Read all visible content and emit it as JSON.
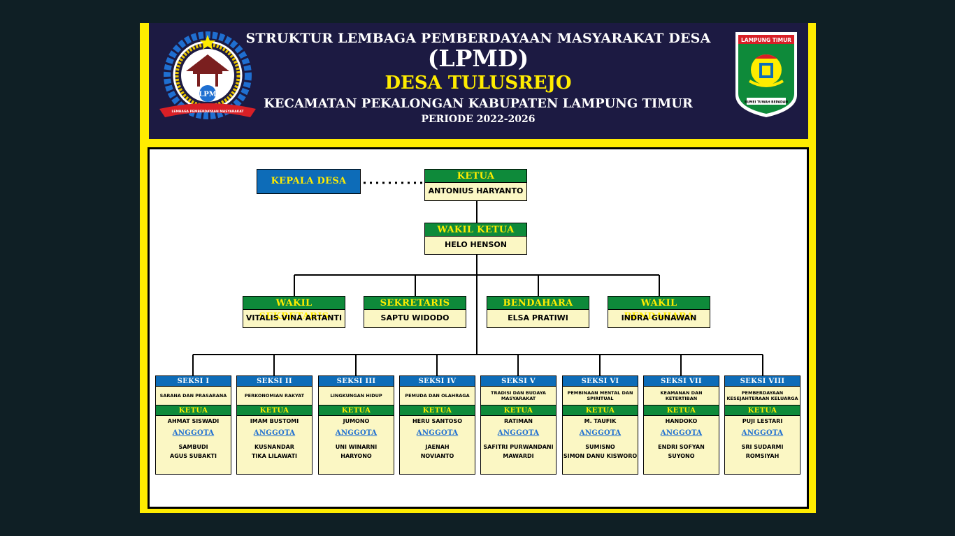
{
  "header": {
    "line1": "STRUKTUR LEMBAGA PEMBERDAYAAN MASYARAKAT DESA",
    "line2": "(LPMD)",
    "line3": "DESA TULUSREJO",
    "line4": "KECAMATAN PEKALONGAN KABUPATEN LAMPUNG TIMUR",
    "line5": "PERIODE 2022-2026"
  },
  "logos": {
    "lpm": {
      "text": "LPM",
      "ribbon": "LEMBAGA PEMBERDAYAAN MASYARAKAT"
    },
    "lampung_timur": {
      "banner": "LAMPUNG TIMUR",
      "motto": "BUMEI TUWAH BEPADAN"
    }
  },
  "colors": {
    "frame": "#ffec00",
    "header_bg": "#1c1a42",
    "green": "#0e8a3a",
    "blue": "#0d6cb8",
    "cream": "#fbf7c4"
  },
  "kepala_desa": "KEPALA DESA",
  "ketua": {
    "title": "KETUA",
    "name": "ANTONIUS HARYANTO"
  },
  "wakil_ketua": {
    "title": "WAKIL KETUA",
    "name": "HELO HENSON"
  },
  "officers": [
    {
      "title": "WAKIL SEKRETARIS",
      "name": "VITALIS VINA ARTANTI"
    },
    {
      "title": "SEKRETARIS",
      "name": "SAPTU WIDODO"
    },
    {
      "title": "BENDAHARA",
      "name": "ELSA PRATIWI"
    },
    {
      "title": "WAKIL BENDAHARA",
      "name": "INDRA GUNAWAN"
    }
  ],
  "ketua_label": "KETUA",
  "anggota_label": "ANGGOTA",
  "seksi": [
    {
      "title": "SEKSI I",
      "desc": "SARANA DAN PRASARANA",
      "ketua": "AHMAT SISWADI",
      "anggota": [
        "SAMBUDI",
        "AGUS SUBAKTI"
      ]
    },
    {
      "title": "SEKSI II",
      "desc": "PERKONOMIAN RAKYAT",
      "ketua": "IMAM BUSTOMI",
      "anggota": [
        "KUSNANDAR",
        "TIKA LILAWATI"
      ]
    },
    {
      "title": "SEKSI III",
      "desc": "LINGKUNGAN HIDUP",
      "ketua": "JUMONO",
      "anggota": [
        "UNI WINARNI",
        "HARYONO"
      ]
    },
    {
      "title": "SEKSI IV",
      "desc": "PEMUDA DAN OLAHRAGA",
      "ketua": "HERU SANTOSO",
      "anggota": [
        "JAENAH",
        "NOVIANTO"
      ]
    },
    {
      "title": "SEKSI V",
      "desc": "TRADISI DAN BUDAYA MASYARAKAT",
      "ketua": "RATIMAN",
      "anggota": [
        "SAFITRI PURWANDANI",
        "MAWARDI"
      ]
    },
    {
      "title": "SEKSI VI",
      "desc": "PEMBINAAN MENTAL DAN SPIRITUAL",
      "ketua": "M. TAUFIK",
      "anggota": [
        "SUMISNO",
        "SIMON DANU KISWORO"
      ]
    },
    {
      "title": "SEKSI VII",
      "desc": "KEAMANAN DAN KETERTIBAN",
      "ketua": "HANDOKO",
      "anggota": [
        "ENDRI SOFYAN",
        "SUYONO"
      ]
    },
    {
      "title": "SEKSI VIII",
      "desc": "PEMBERDAYAAN KESEJAHTERAAN KELUARGA",
      "ketua": "PUJI LESTARI",
      "anggota": [
        "SRI SUDARMI",
        "ROMSIYAH"
      ]
    }
  ]
}
